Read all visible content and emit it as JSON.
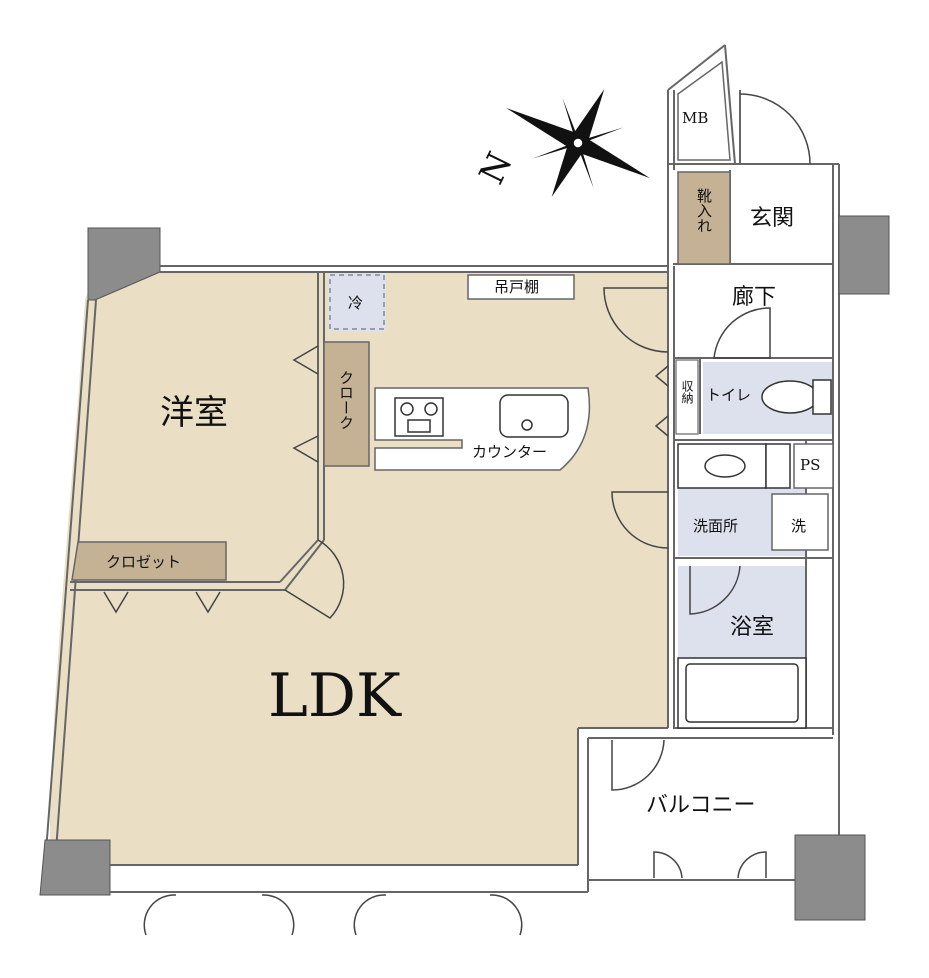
{
  "rooms": {
    "western": "洋室",
    "ldk": "LDK",
    "entrance": "玄関",
    "hallway": "廊下",
    "toilet": "トイレ",
    "washroom": "洗面所",
    "washer": "洗",
    "bathroom": "浴室",
    "balcony": "バルコニー"
  },
  "fixtures": {
    "fridge": "冷",
    "cloak": "クローク",
    "closet": "クロゼット",
    "hanging_shelf": "吊戸棚",
    "counter": "カウンター",
    "storage": "収納",
    "shoe_storage": "靴入れ",
    "meter_box": "MB",
    "pipe_space": "PS"
  },
  "compass": {
    "north_label": "N",
    "rotation_deg": -64
  },
  "colors": {
    "floor_wood": "#eadfc4",
    "wet_area": "#dde1ee",
    "storage_brown": "#c5b294",
    "wall": "#ffffff",
    "wall_line": "#666666",
    "column": "#8c8c8c"
  }
}
